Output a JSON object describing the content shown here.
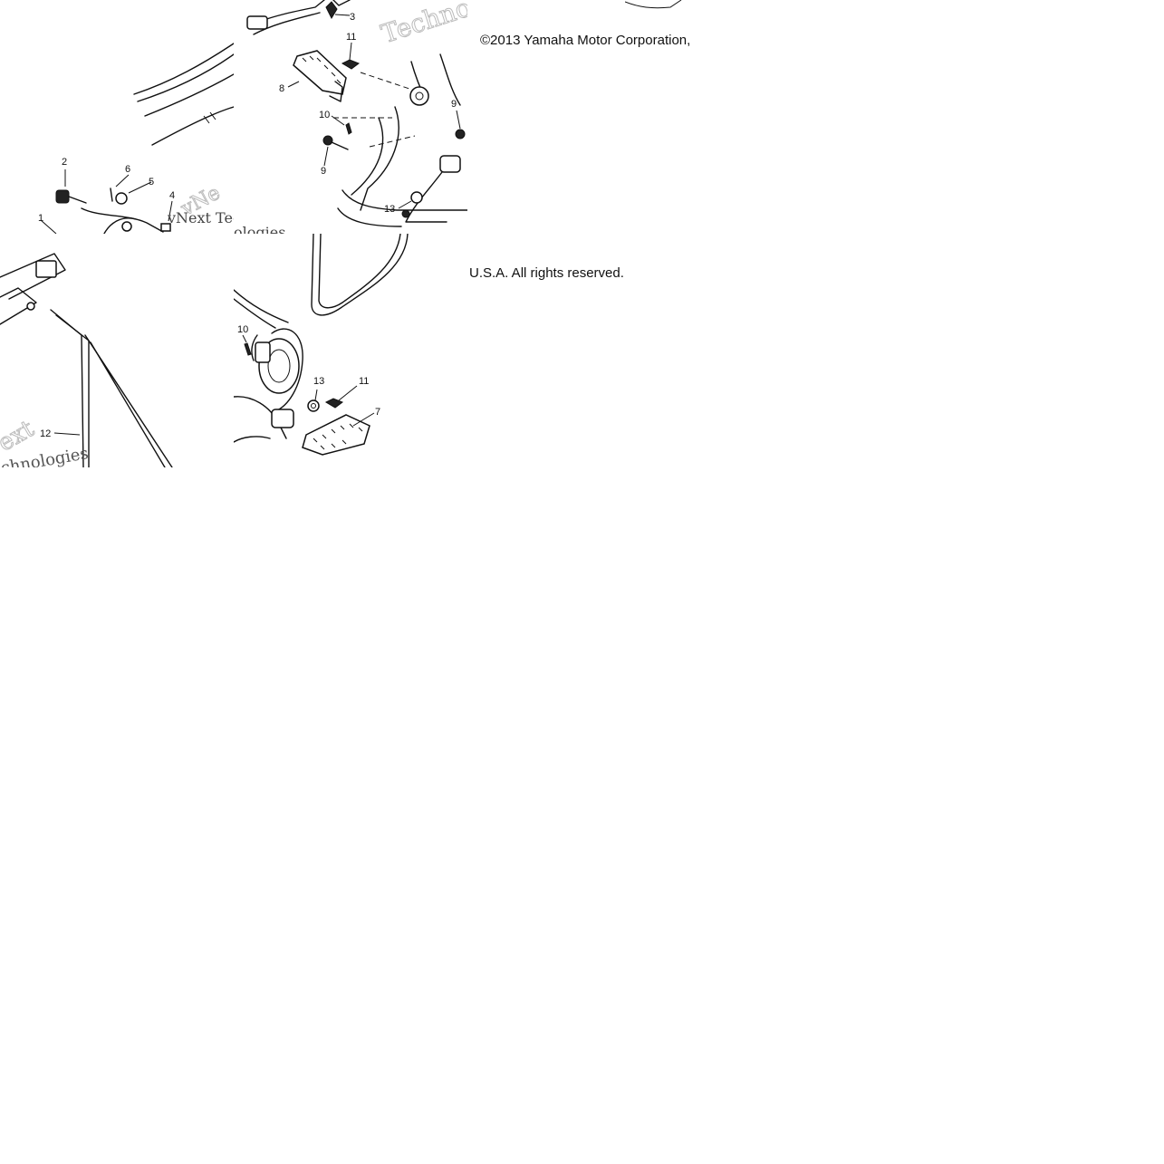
{
  "copyright": {
    "line1": "©2013 Yamaha Motor Corporation,",
    "line2": "U.S.A. All rights reserved."
  },
  "watermark": {
    "brand_a": "Techno",
    "brand_b": "vNext Tec",
    "brand_c": "ologies",
    "brand_d": "ext",
    "brand_e": "chnologies"
  },
  "callouts": {
    "c3": "3",
    "c11a": "11",
    "c8": "8",
    "c10a": "10",
    "c9a": "9",
    "c9b": "9",
    "c13a": "13",
    "c2": "2",
    "c6": "6",
    "c5": "5",
    "c4": "4",
    "c1": "1",
    "c12": "12",
    "c10b": "10",
    "c13b": "13",
    "c11b": "11",
    "c7": "7"
  },
  "colors": {
    "ink": "#111111",
    "watermark": "#bbbbbb",
    "background": "#ffffff"
  }
}
